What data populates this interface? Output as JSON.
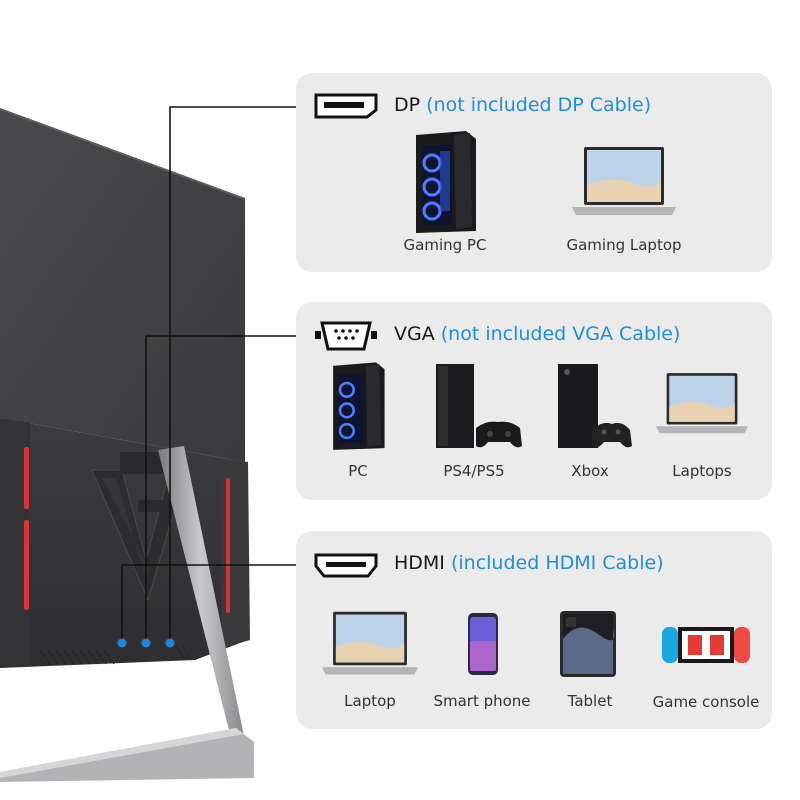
{
  "panels": [
    {
      "port_name": "DP",
      "port_icon": "displayport-icon",
      "note": "(not included DP Cable)",
      "devices": [
        {
          "label": "Gaming PC",
          "icon": "gaming-pc-icon"
        },
        {
          "label": "Gaming Laptop",
          "icon": "laptop-icon"
        }
      ]
    },
    {
      "port_name": "VGA",
      "port_icon": "vga-port-icon",
      "note": "(not included VGA Cable)",
      "devices": [
        {
          "label": "PC",
          "icon": "gaming-pc-icon"
        },
        {
          "label": "PS4/PS5",
          "icon": "playstation-console-icon"
        },
        {
          "label": "Xbox",
          "icon": "xbox-console-icon"
        },
        {
          "label": "Laptops",
          "icon": "laptop-icon"
        }
      ]
    },
    {
      "port_name": "HDMI",
      "port_icon": "hdmi-port-icon",
      "note": "(included HDMI Cable)",
      "devices": [
        {
          "label": "Laptop",
          "icon": "laptop-icon"
        },
        {
          "label": "Smart phone",
          "icon": "smartphone-icon"
        },
        {
          "label": "Tablet",
          "icon": "tablet-icon"
        },
        {
          "label": "Game console",
          "icon": "game-console-icon"
        }
      ]
    }
  ],
  "colors": {
    "accent": "#1f8fd6",
    "panel_bg": "#ebebec",
    "port_dot": "#1a86e0",
    "monitor_red_accent": "#d8343a"
  }
}
